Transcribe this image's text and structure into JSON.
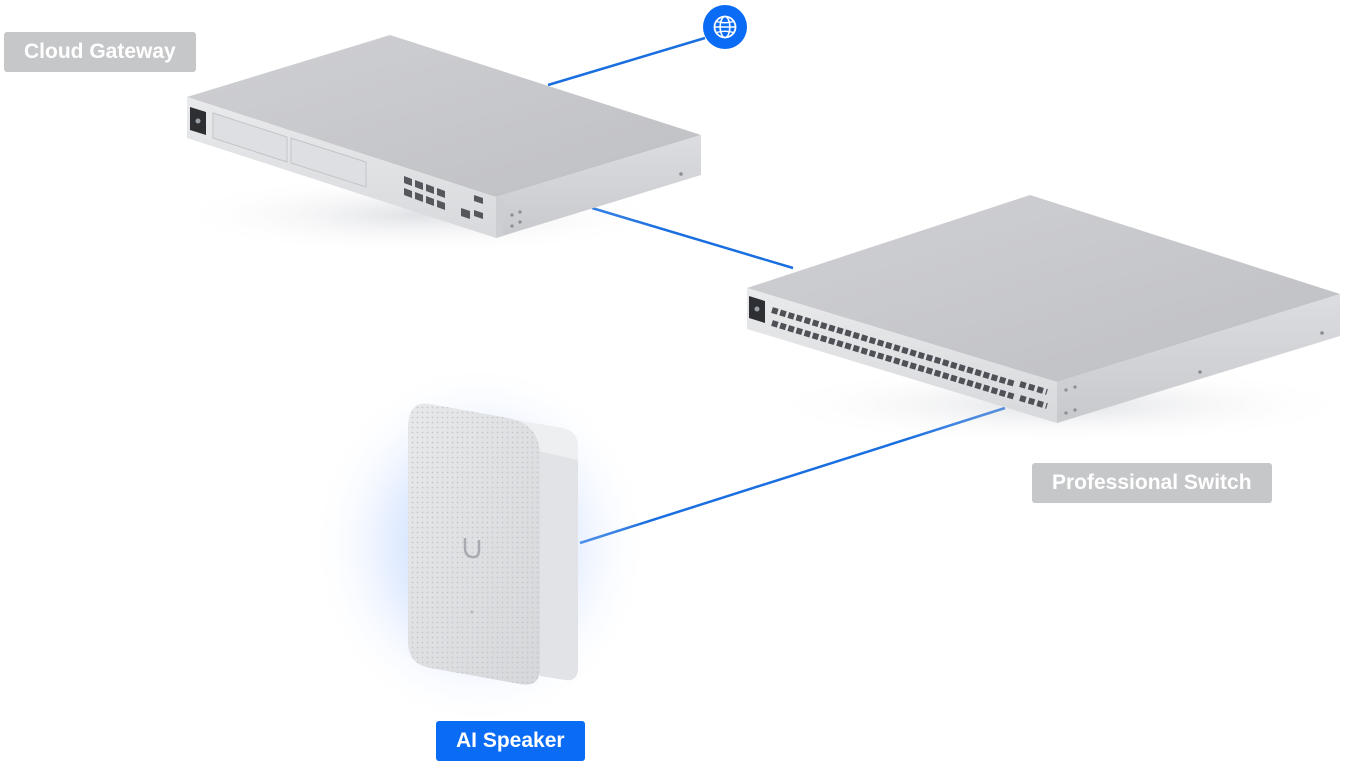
{
  "devices": {
    "gateway": {
      "label": "Cloud Gateway"
    },
    "switch": {
      "label": "Professional Switch"
    },
    "speaker": {
      "label": "AI Speaker",
      "selected": true
    }
  },
  "internet": {
    "icon": "globe-icon"
  },
  "colors": {
    "accent": "#0a6bf5",
    "link_line": "#1a6fe0",
    "label_inactive": "#c6c7c9",
    "device_body": "#c9cacd"
  }
}
